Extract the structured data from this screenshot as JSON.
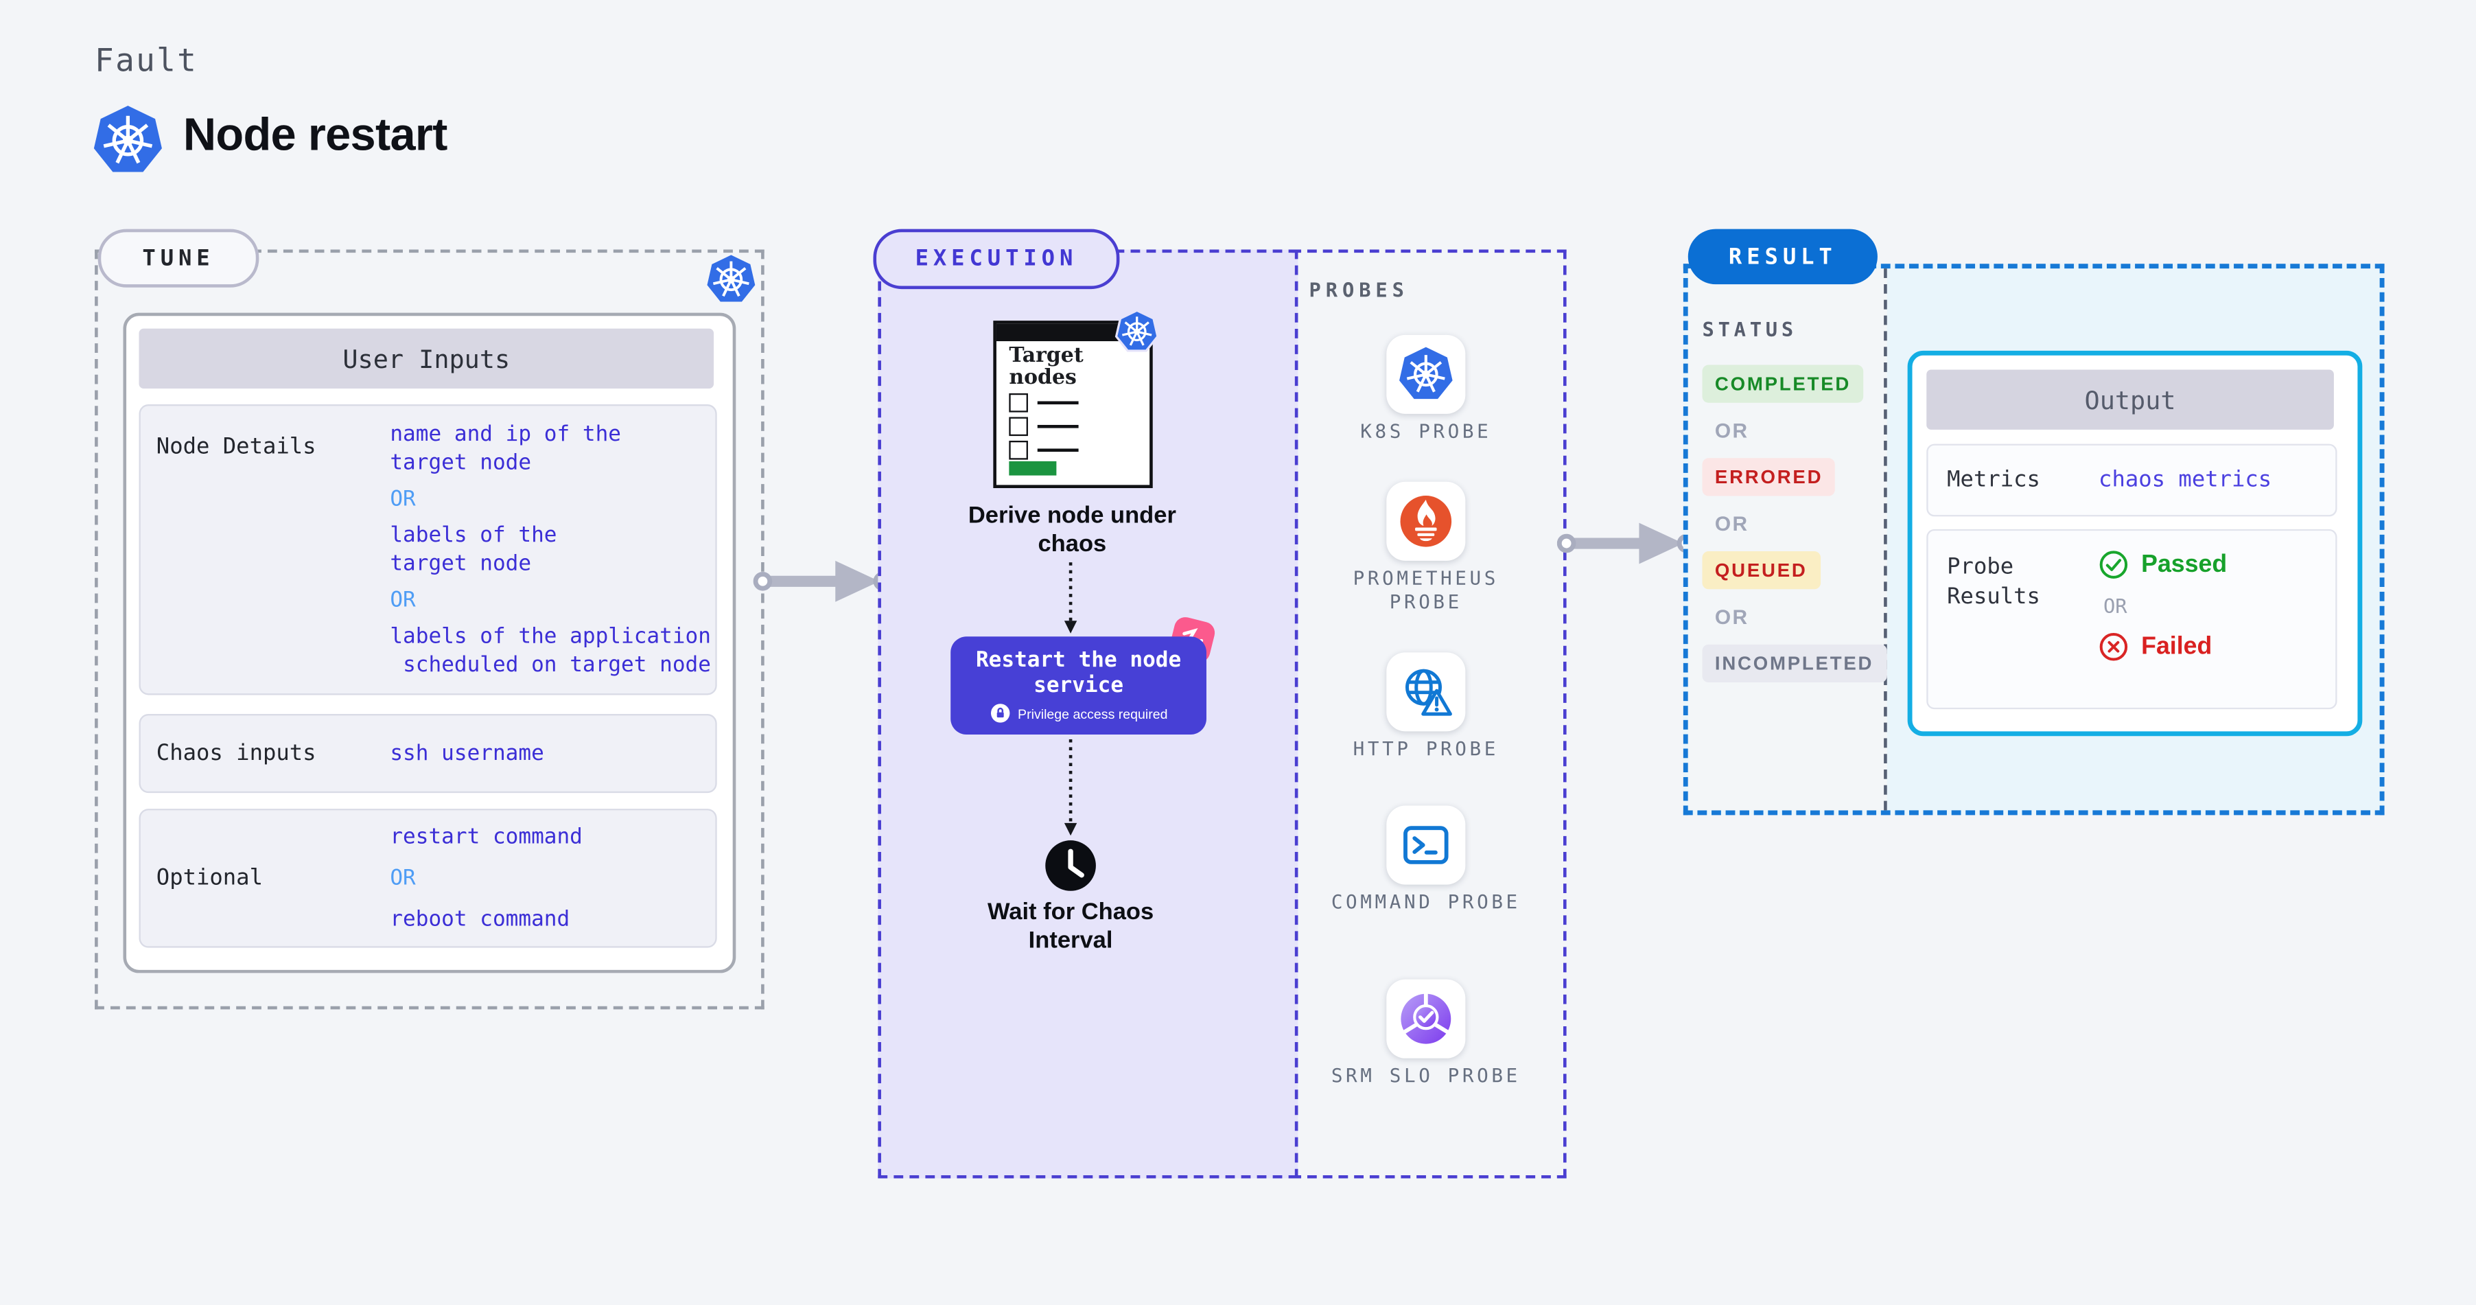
{
  "page": {
    "kicker": "Fault",
    "title": "Node restart"
  },
  "colors": {
    "background": "#f3f5f8",
    "kubernetes_blue": "#326de6",
    "execution_indigo": "#4a3ed1",
    "execution_fill": "#e6e4fa",
    "restart_button": "#4740d6",
    "chaos_pink": "#fb5a8d",
    "result_blue": "#0b6fd4",
    "output_border_cyan": "#14aee4",
    "prometheus_orange": "#e6522c",
    "probe_icon_blue": "#1178d4",
    "srm_purple": "#7c3aed",
    "passed_green": "#17a12b",
    "failed_red": "#d92020",
    "completed_green": "#178a27",
    "queued_yellow_bg": "#faeec4",
    "target_green_bar": "#1b9440"
  },
  "tune": {
    "pill": "TUNE",
    "table_header": "User Inputs",
    "rows": [
      {
        "label": "Node Details",
        "values": [
          {
            "text": "name and ip of the\ntarget node",
            "kind": "value"
          },
          {
            "text": "OR",
            "kind": "or"
          },
          {
            "text": "labels of the\ntarget node",
            "kind": "value"
          },
          {
            "text": "OR",
            "kind": "or"
          },
          {
            "text": "labels of the application\n scheduled on target node",
            "kind": "value"
          }
        ]
      },
      {
        "label": "Chaos inputs",
        "values": [
          {
            "text": "ssh username",
            "kind": "value"
          }
        ]
      },
      {
        "label": "Optional",
        "values": [
          {
            "text": "restart command",
            "kind": "value"
          },
          {
            "text": "OR",
            "kind": "or"
          },
          {
            "text": "reboot command",
            "kind": "value"
          }
        ]
      }
    ]
  },
  "execution": {
    "pill": "EXECUTION",
    "target_card_title": "Target nodes",
    "derive_caption": "Derive node under chaos",
    "restart_button_title": "Restart the node service",
    "restart_button_subtitle": "Privilege access required",
    "wait_caption": "Wait for Chaos Interval"
  },
  "probes": {
    "heading": "PROBES",
    "items": [
      {
        "icon": "kubernetes-icon",
        "label": "K8S PROBE"
      },
      {
        "icon": "prometheus-icon",
        "label": "PROMETHEUS PROBE"
      },
      {
        "icon": "http-globe-icon",
        "label": "HTTP PROBE"
      },
      {
        "icon": "command-terminal-icon",
        "label": "COMMAND PROBE"
      },
      {
        "icon": "srm-slo-icon",
        "label": "SRM SLO PROBE"
      }
    ]
  },
  "result": {
    "pill": "RESULT",
    "status_heading": "STATUS",
    "or_label": "OR",
    "statuses": [
      {
        "label": "COMPLETED",
        "kind": "completed"
      },
      {
        "label": "ERRORED",
        "kind": "errored"
      },
      {
        "label": "QUEUED",
        "kind": "queued"
      },
      {
        "label": "INCOMPLETED",
        "kind": "incompleted"
      }
    ],
    "output": {
      "title": "Output",
      "metrics_label": "Metrics",
      "metrics_value": "chaos metrics",
      "probe_results_label": "Probe Results",
      "passed_label": "Passed",
      "or_label": "OR",
      "failed_label": "Failed"
    }
  }
}
